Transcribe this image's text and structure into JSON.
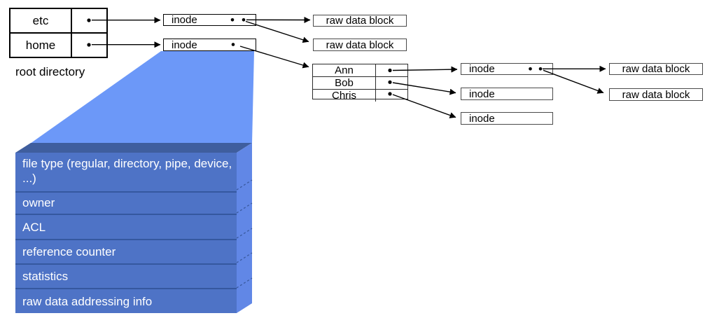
{
  "labels": {
    "inode": "inode",
    "raw_data_block": "raw data block",
    "root_directory": "root directory"
  },
  "root_table": {
    "entries": [
      "etc",
      "home"
    ]
  },
  "home_table": {
    "entries": [
      "Ann",
      "Bob",
      "Chris"
    ]
  },
  "inode_details": [
    "file type (regular, directory, pipe, device, ...)",
    "owner",
    "ACL",
    "reference counter",
    "statistics",
    "raw data addressing info"
  ],
  "colors": {
    "funnel": "#6c98f8",
    "slab_front": "#4e73c6",
    "slab_top": "#3f5e9e",
    "slab_side": "#6187e6",
    "slab_separator": "#35589f"
  }
}
